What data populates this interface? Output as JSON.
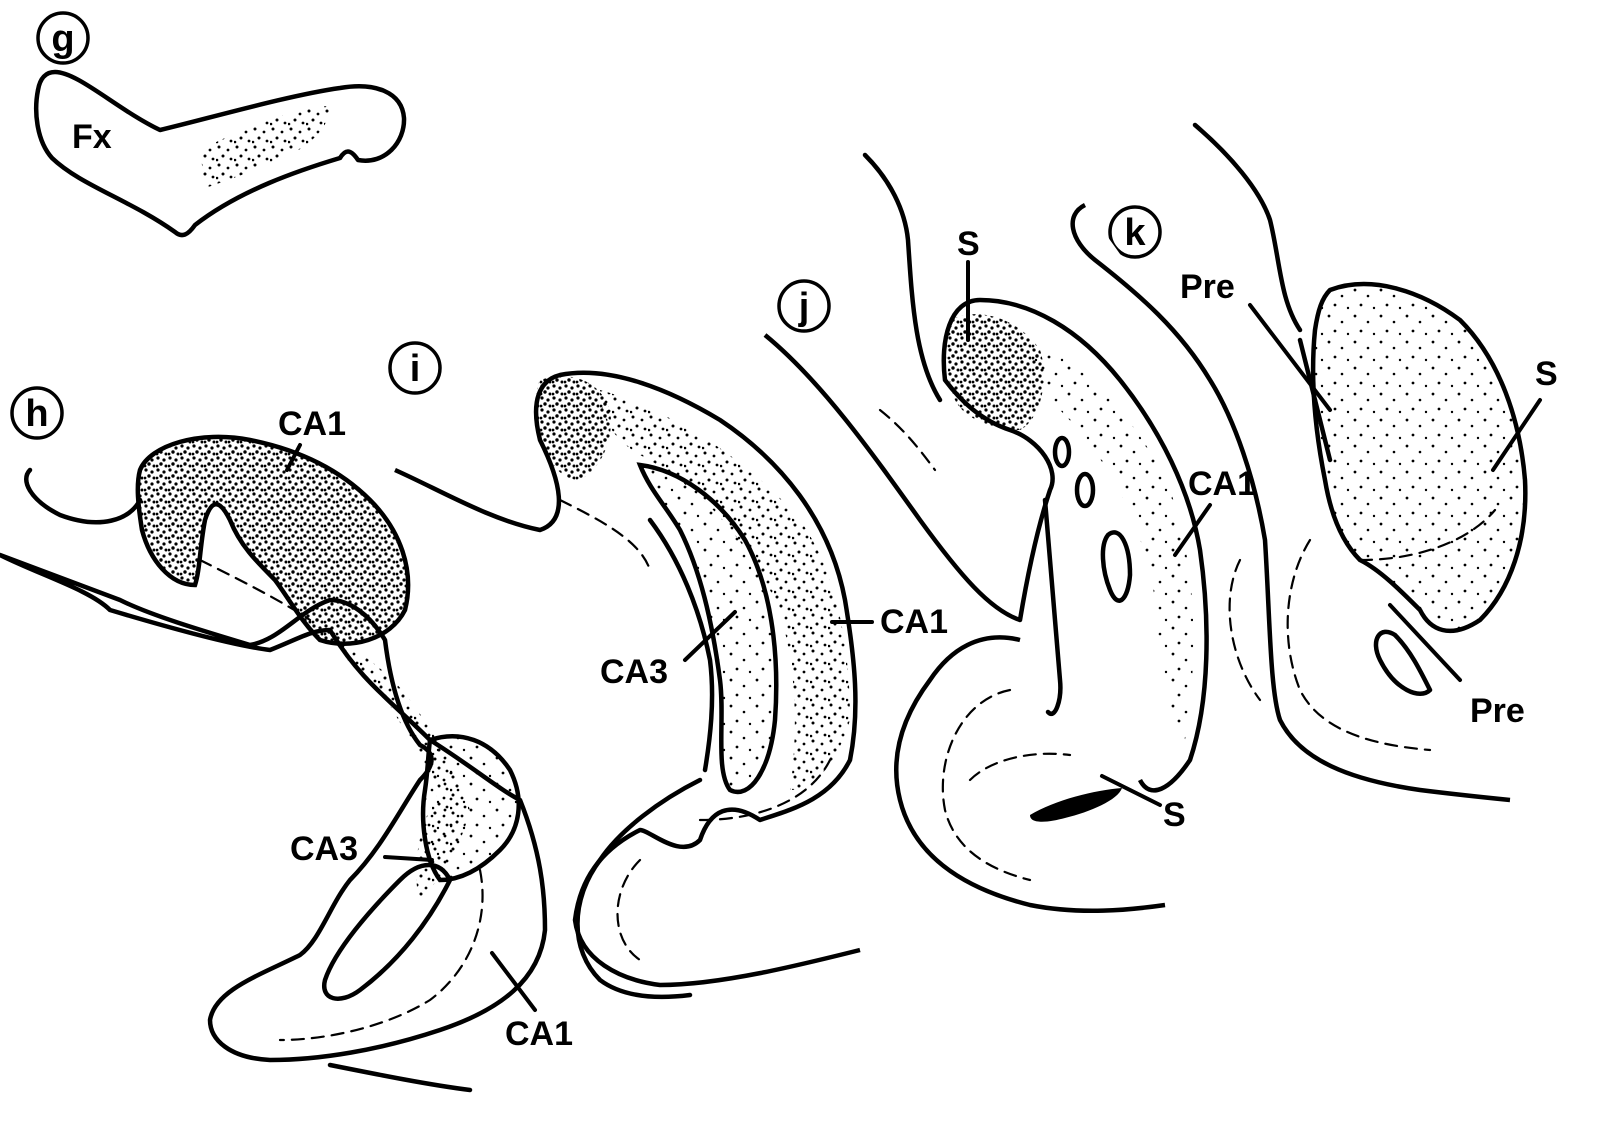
{
  "panels": {
    "g": {
      "letter": "g",
      "labels": {
        "fx": "Fx"
      }
    },
    "h": {
      "letter": "h",
      "labels": {
        "ca1_top": "CA1",
        "ca3": "CA3",
        "ca1_bottom": "CA1"
      }
    },
    "i": {
      "letter": "i",
      "labels": {
        "ca3": "CA3",
        "ca1": "CA1"
      }
    },
    "j": {
      "letter": "j",
      "labels": {
        "s_top": "S",
        "ca1": "CA1",
        "s_bottom": "S"
      }
    },
    "k": {
      "letter": "k",
      "labels": {
        "pre_top": "Pre",
        "s": "S",
        "pre_bottom": "Pre"
      }
    }
  },
  "colors": {
    "ink": "#000000",
    "paper": "#ffffff"
  }
}
